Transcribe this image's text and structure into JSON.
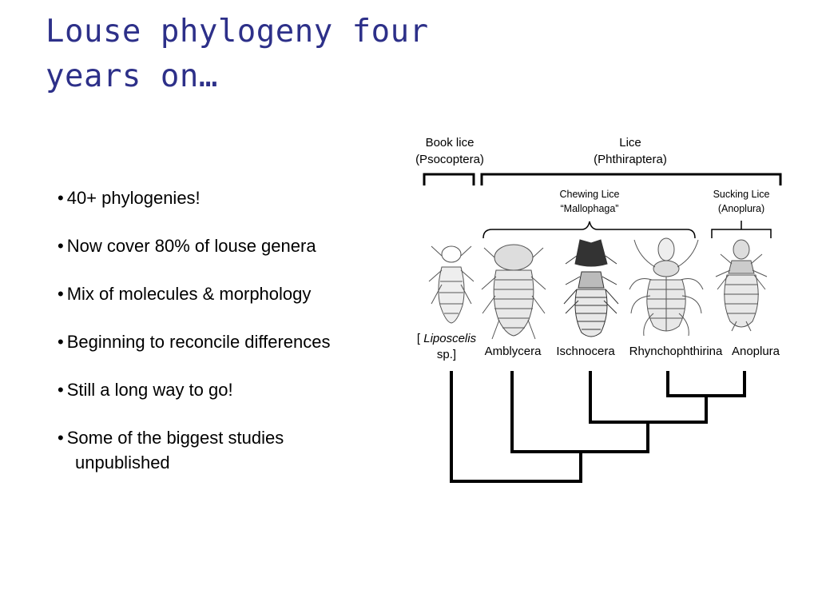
{
  "slide": {
    "title_line1": "Louse phylogeny four",
    "title_line2": "years on…"
  },
  "bullets": [
    {
      "bullet": "•",
      "text": "40+ phylogenies!"
    },
    {
      "bullet": "•",
      "text": "Now cover 80% of louse genera"
    },
    {
      "bullet": "•",
      "text": "Mix of molecules & morphology"
    },
    {
      "bullet": "•",
      "text": "Beginning to reconcile differences"
    },
    {
      "bullet": "•",
      "text": "Still a long way to go!"
    },
    {
      "bullet": "•",
      "text": "Some of the biggest studies",
      "text2": "unpublished"
    }
  ],
  "diagram": {
    "groups": {
      "book_lice": {
        "name": "Book lice",
        "order": "(Psocoptera)"
      },
      "lice": {
        "name": "Lice",
        "order": "(Phthiraptera)"
      },
      "chewing_lice": {
        "name": "Chewing Lice",
        "order": "“Mallophaga”"
      },
      "sucking_lice": {
        "name": "Sucking Lice",
        "order": "(Anoplura)"
      }
    },
    "taxa": {
      "liposcelis_open": "[ ",
      "liposcelis_genus": "Liposcelis",
      "liposcelis_close": "sp.]",
      "amblycera": "Amblycera",
      "ischnocera": "Ischnocera",
      "rhynchophthirina": "Rhynchophthirina",
      "anoplura": "Anoplura"
    },
    "colors": {
      "lines": "#000000",
      "title": "#2d3089",
      "illustration": "#555555"
    }
  }
}
